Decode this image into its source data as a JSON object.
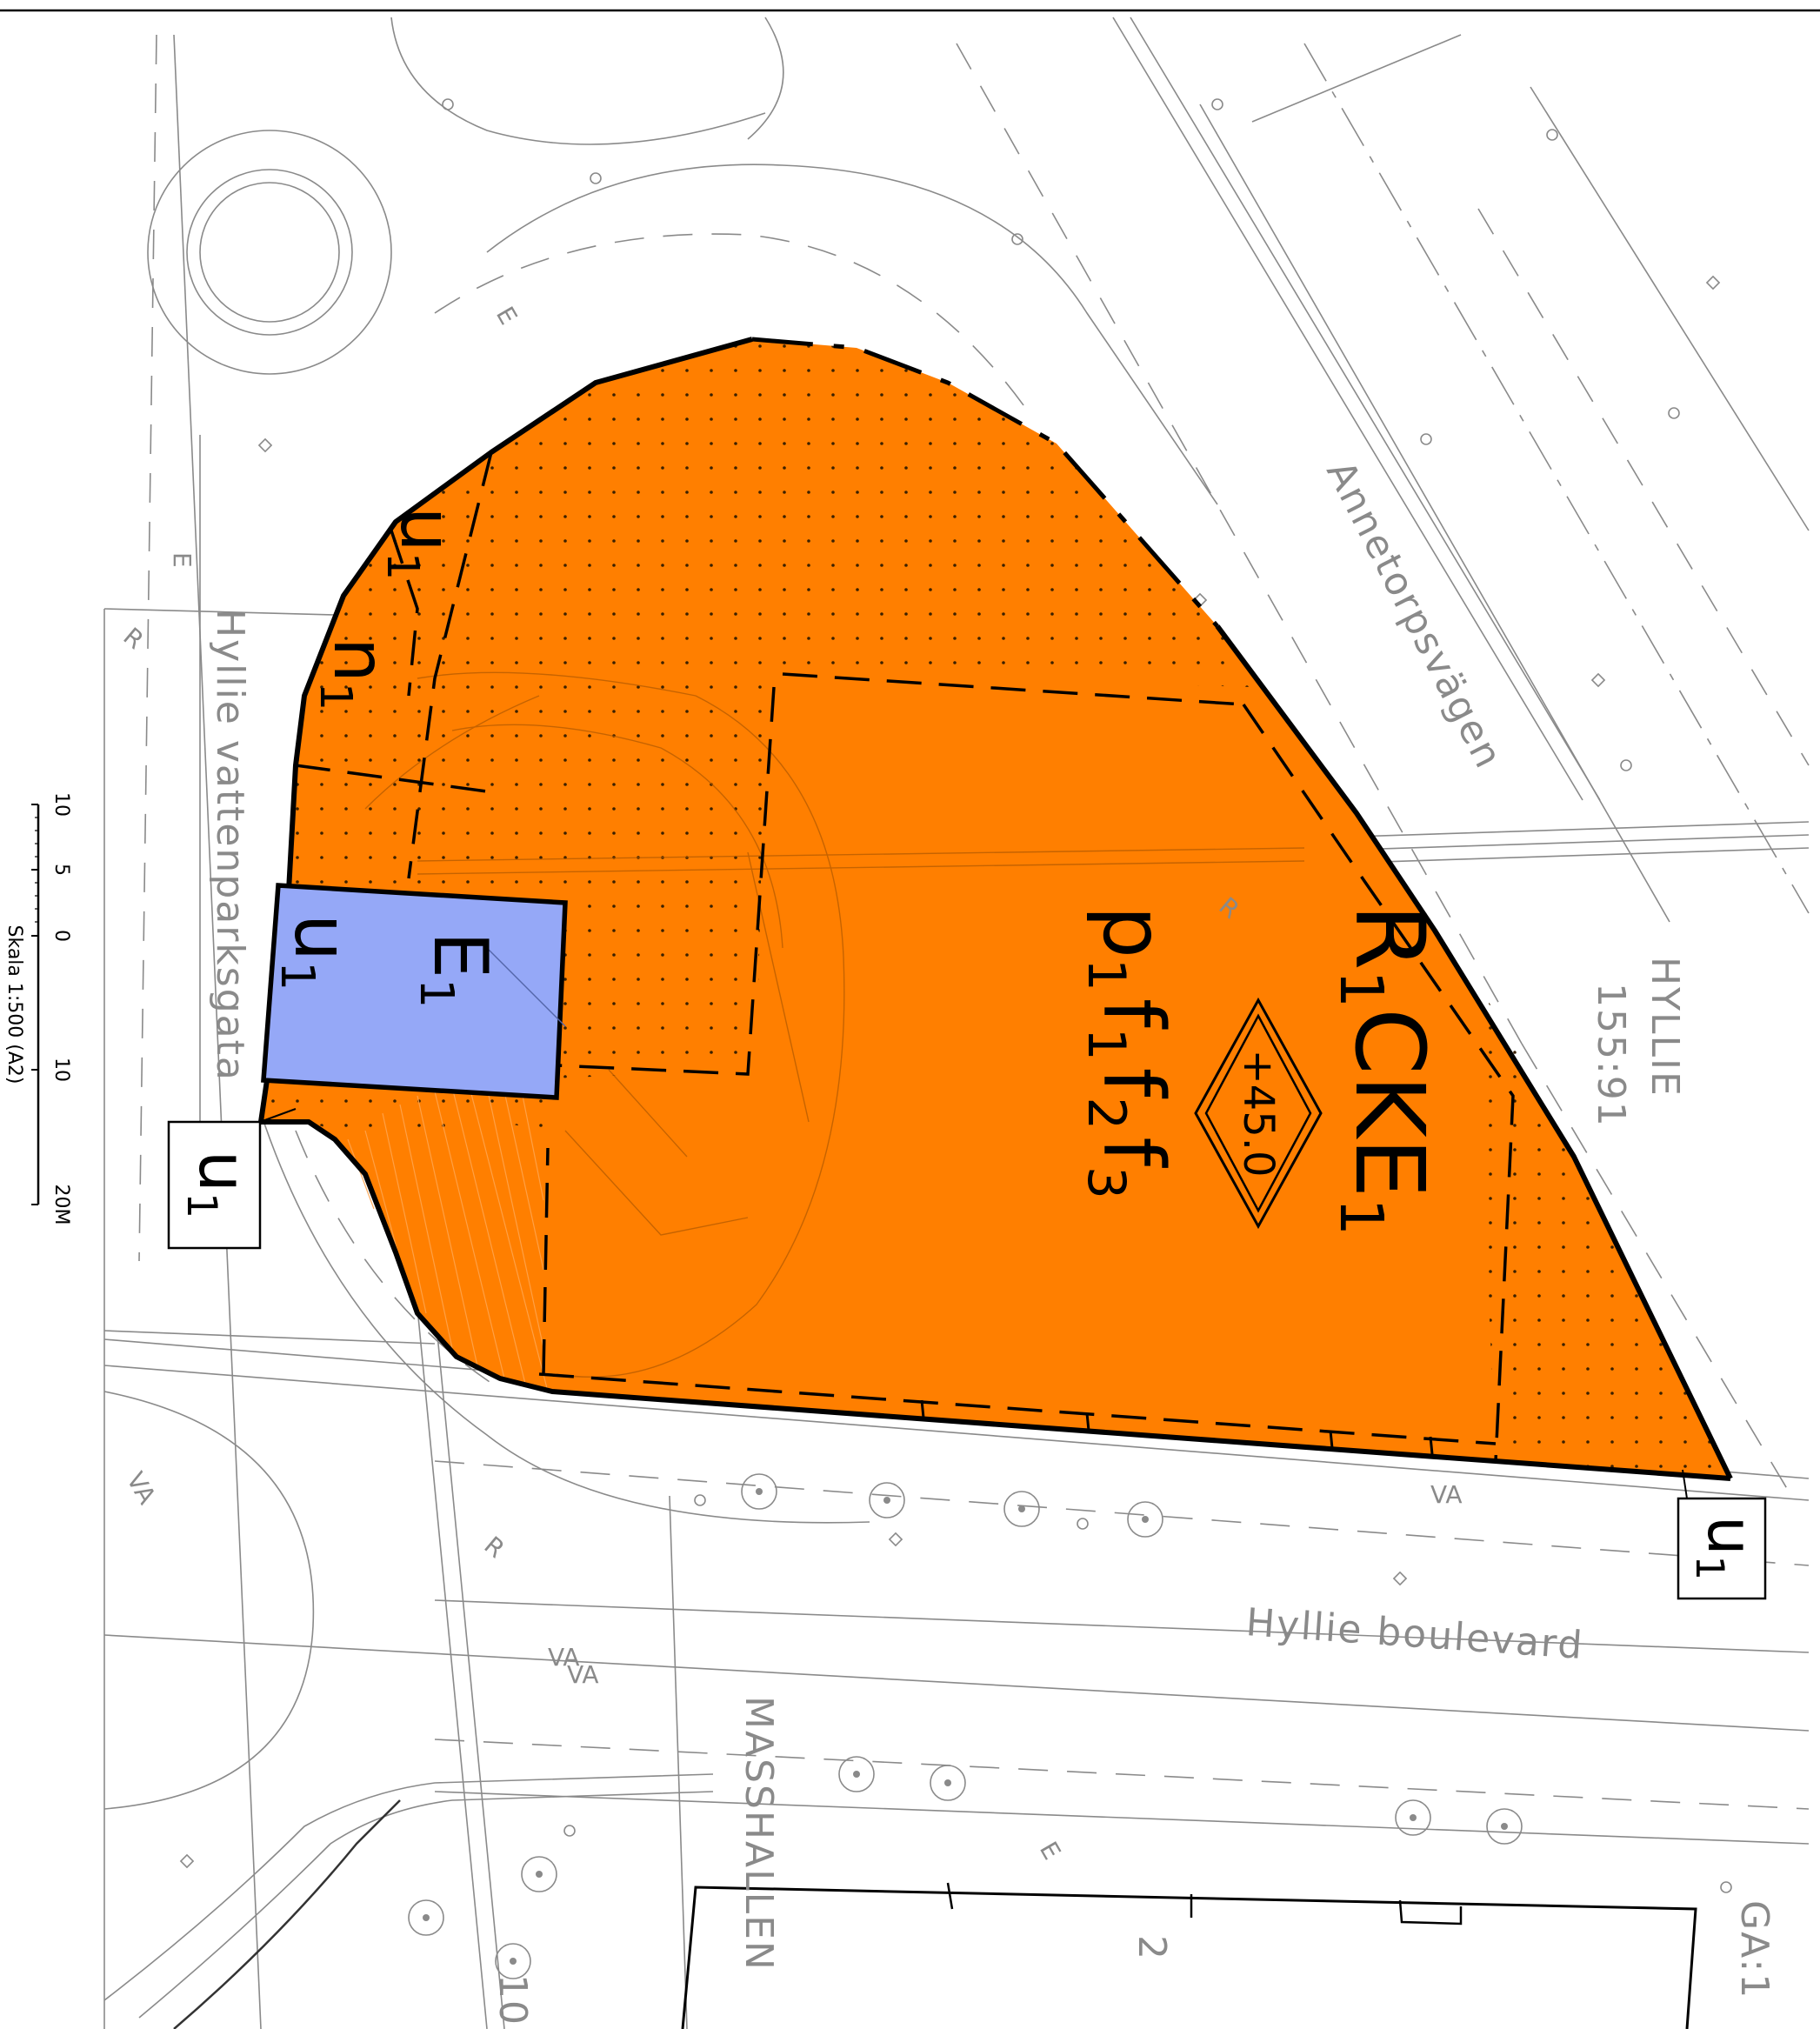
{
  "map": {
    "zones": {
      "main_zone": {
        "code": "R",
        "code_sub": "1",
        "code2": "CKE",
        "code2_sub": "1",
        "color": "#ff7f00"
      },
      "p_line": {
        "p": "p",
        "p_sub": "1",
        "f1": "f",
        "f1_sub": "1",
        "f2": "f",
        "f2_sub": "2",
        "f3": "f",
        "f3_sub": "3"
      },
      "height_marker": "+45.0",
      "blue_zone": {
        "code": "E",
        "sub": "1",
        "color": "#95a8f7"
      },
      "u_labels": [
        {
          "code": "u",
          "sub": "1"
        },
        {
          "code": "u",
          "sub": "1"
        },
        {
          "code": "u",
          "sub": "1"
        },
        {
          "code": "u",
          "sub": "1"
        }
      ],
      "n_label": {
        "code": "n",
        "sub": "1"
      }
    },
    "streets": {
      "annetorp": "Annetorpsvägen",
      "hyllie_vattenpark": "Hyllie vattenparksgata",
      "hyllie_boulevard": "Hyllie boulevard",
      "masshallen": "MASSHALLEN",
      "ga": "GA:1"
    },
    "property": {
      "name": "HYLLIE",
      "number": "155:91"
    },
    "utility_labels": [
      "VA",
      "VA",
      "VA",
      "VA",
      "E",
      "E",
      "E",
      "R",
      "R",
      "R"
    ],
    "numbers": [
      "2",
      "10"
    ],
    "scale": {
      "title": "Skala 1:500 (A2)",
      "ticks": [
        "10",
        "5",
        "0",
        "10",
        "20M"
      ]
    }
  }
}
